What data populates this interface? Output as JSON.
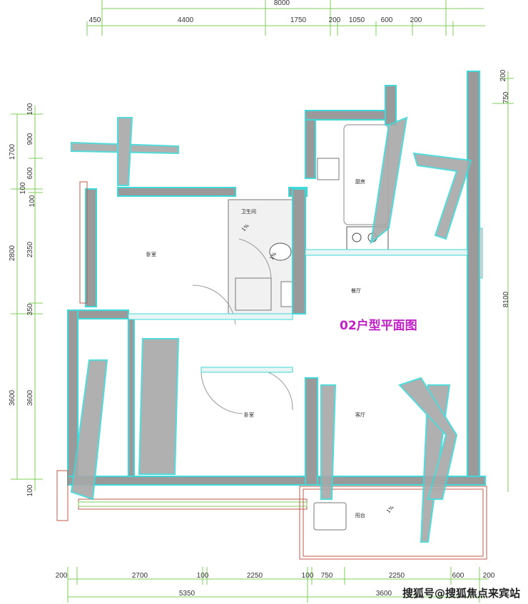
{
  "plan": {
    "title": "02户型平面图",
    "title_color": "#c21fc7",
    "rooms": {
      "bedroom_1": "卧室",
      "bathroom": "卫生间",
      "kitchen": "厨房",
      "dining": "餐厅",
      "bedroom_2": "卧室",
      "living": "客厅",
      "balcony": "阳台"
    },
    "slope_marks": [
      "1%",
      "1%",
      "1%"
    ]
  },
  "dimensions": {
    "top_total": "8000",
    "top": [
      "450",
      "4400",
      "1750",
      "200",
      "1050",
      "600",
      "200"
    ],
    "left_outer": [
      "1700",
      "2800",
      "3600",
      "100"
    ],
    "left_inner": [
      "100",
      "900",
      "600",
      "100",
      "100",
      "2350",
      "350",
      "3600"
    ],
    "right": [
      "200",
      "750",
      "8100"
    ],
    "bottom": [
      "200",
      "2700",
      "100",
      "2250",
      "100",
      "750",
      "2250",
      "600",
      "200"
    ],
    "bottom_total": [
      "5350",
      "3600"
    ]
  },
  "watermark": "搜狐号@搜狐焦点来宾站"
}
